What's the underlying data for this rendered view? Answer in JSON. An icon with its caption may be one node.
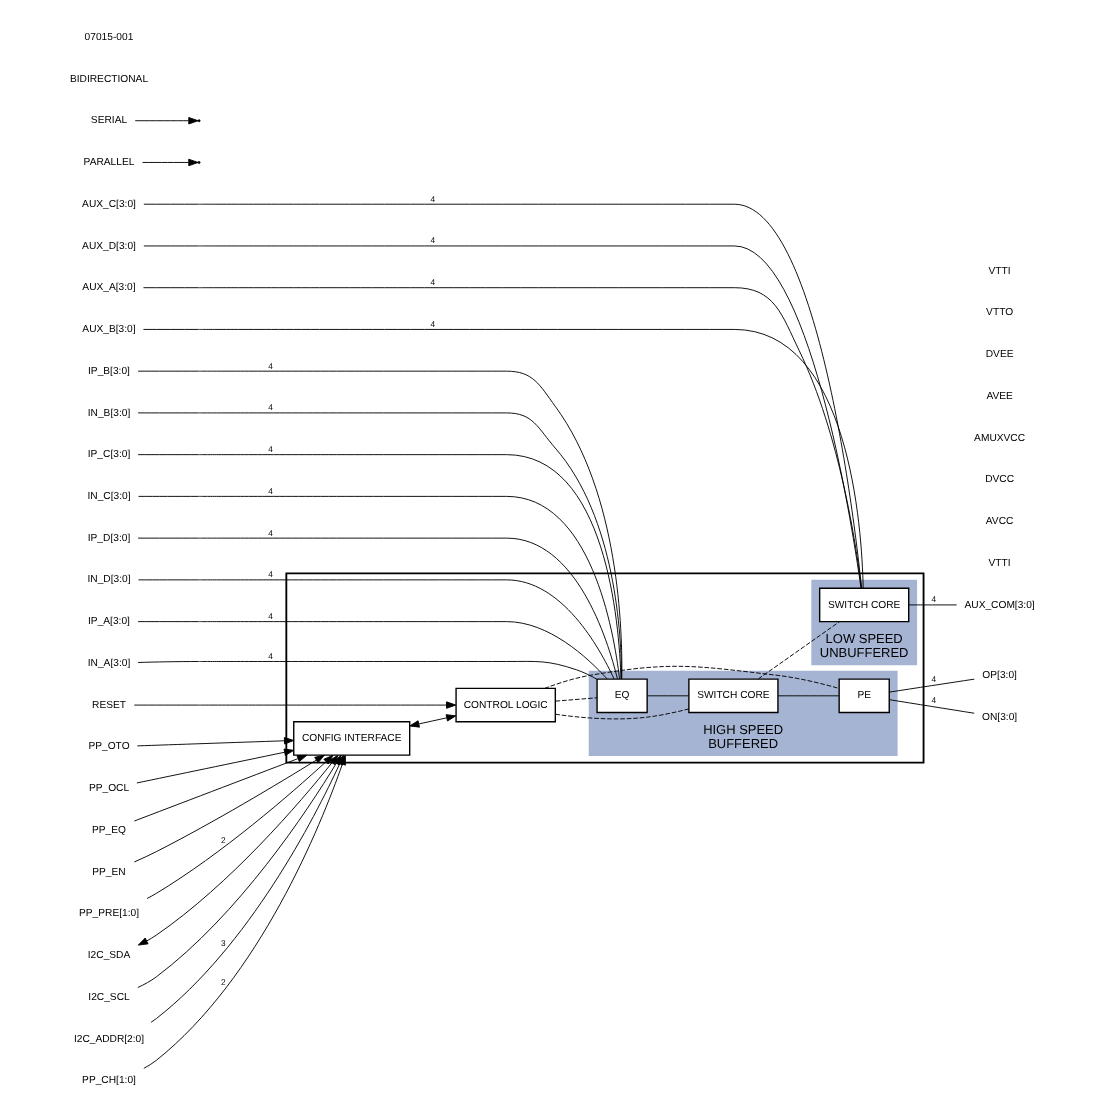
{
  "diagram": {
    "nodes": [
      {
        "text": [],
        "shape": "box"
      },
      {
        "text": [
          "PP_CH[1:0]"
        ]
      },
      {
        "text": [
          "PP_OTO"
        ]
      },
      {
        "text": [
          "PP_OCL"
        ]
      },
      {
        "text": [
          "PP_EQ"
        ]
      },
      {
        "text": [
          "PP_EN"
        ]
      },
      {
        "text": [
          "PP_PRE[1:0]"
        ]
      },
      {
        "text": [
          "RESET"
        ]
      },
      {
        "text": [
          "PARALLEL"
        ]
      },
      {
        "text": [
          "SERIAL"
        ]
      },
      {
        "text": [
          "I2C_SDA"
        ]
      },
      {
        "text": [
          "I2C_SCL"
        ]
      },
      {
        "text": [
          "I2C_ADDR[2:0]"
        ]
      },
      {
        "text": [
          "VTTI"
        ]
      },
      {
        "text": [
          "AVCC"
        ]
      },
      {
        "text": [
          "DVCC"
        ]
      },
      {
        "text": [
          "AMUXVCC"
        ]
      },
      {
        "text": [
          "AVEE"
        ]
      },
      {
        "text": [
          "DVEE"
        ]
      },
      {
        "text": [
          "CONFIG INTERFACE"
        ],
        "in": 0
      },
      {
        "text": [
          "CONTROL LOGIC"
        ],
        "in": 0
      },
      {
        "text": [
          "VTTO"
        ]
      },
      {
        "text": [
          "IP_A[3:0]"
        ]
      },
      {
        "text": [
          "IN_A[3:0]"
        ]
      },
      {
        "text": [
          "IP_B[3:0]"
        ]
      },
      {
        "text": [
          "IN_B[3:0]"
        ]
      },
      {
        "text": [
          "IP_C[3:0]"
        ]
      },
      {
        "text": [
          "IN_C[3:0]"
        ]
      },
      {
        "text": [
          "IP_D[3:0]"
        ]
      },
      {
        "text": [
          "IN_D[3:0]"
        ]
      },
      {
        "text": [
          "HIGH SPEED",
          "BUFFERED"
        ],
        "in": 0
      },
      {
        "text": [
          "EQ"
        ],
        "in": 30
      },
      {
        "text": [
          "SWITCH CORE"
        ],
        "in": 30
      },
      {
        "text": [
          "PE"
        ],
        "in": 30
      },
      {
        "text": [
          "OP[3:0]"
        ]
      },
      {
        "text": [
          "ON[3:0]"
        ]
      },
      {
        "text": [
          "VTTI"
        ]
      },
      {
        "text": [
          "AUX_A[3:0]"
        ]
      },
      {
        "text": [
          "AUX_B[3:0]"
        ]
      },
      {
        "text": [
          "AUX_C[3:0]"
        ]
      },
      {
        "text": [
          "AUX_D[3:0]"
        ]
      },
      {
        "text": [
          "LOW SPEED",
          "UNBUFFERED"
        ],
        "in": 0
      },
      {
        "text": [
          "SWITCH CORE"
        ],
        "in": 41
      },
      {
        "text": [
          "AUX_COM[3:0]"
        ]
      }
    ],
    "edges": [
      {
        "from": 1,
        "to": 19,
        "arrow": "to",
        "label": "2"
      },
      {
        "from": 2,
        "to": 19,
        "arrow": "to"
      },
      {
        "from": 3,
        "to": 19,
        "arrow": "to"
      },
      {
        "from": 4,
        "to": 19,
        "arrow": "to"
      },
      {
        "from": 5,
        "to": 19,
        "arrow": "to"
      },
      {
        "from": 6,
        "to": 19,
        "arrow": "to",
        "label": "2"
      },
      {
        "from": 7,
        "to": 20,
        "arrow": "to"
      },
      {
        "from": 8,
        "to": null,
        "arrow": "to"
      },
      {
        "from": 9,
        "to": null,
        "arrow": "to"
      },
      {
        "from": 10,
        "to": 19,
        "arrow": "both"
      },
      {
        "from": 11,
        "to": 19,
        "arrow": "to"
      },
      {
        "from": 12,
        "to": 19,
        "arrow": "to",
        "label": "3"
      },
      {
        "from": 19,
        "to": 20,
        "arrow": "both"
      },
      {
        "from": 20,
        "to": 31,
        "arrow": "none",
        "style": "dashed"
      },
      {
        "from": 20,
        "to": 32,
        "arrow": "none",
        "style": "dashed"
      },
      {
        "from": 20,
        "to": 33,
        "arrow": "none",
        "style": "dashed"
      },
      {
        "from": 22,
        "to": 31,
        "arrow": "none",
        "label": "4"
      },
      {
        "from": 23,
        "to": 31,
        "arrow": "none",
        "label": "4"
      },
      {
        "from": 24,
        "to": 31,
        "arrow": "none",
        "label": "4"
      },
      {
        "from": 25,
        "to": 31,
        "arrow": "none",
        "label": "4"
      },
      {
        "from": 26,
        "to": 31,
        "arrow": "none",
        "label": "4"
      },
      {
        "from": 27,
        "to": 31,
        "arrow": "none",
        "label": "4"
      },
      {
        "from": 28,
        "to": 31,
        "arrow": "none",
        "label": "4"
      },
      {
        "from": 29,
        "to": 31,
        "arrow": "none",
        "label": "4"
      },
      {
        "from": 31,
        "to": 32,
        "arrow": "none"
      },
      {
        "from": 32,
        "to": 33,
        "arrow": "none"
      },
      {
        "from": 33,
        "to": 34,
        "arrow": "none",
        "label": "4"
      },
      {
        "from": 33,
        "to": 35,
        "arrow": "none",
        "label": "4"
      },
      {
        "from": 32,
        "to": 42,
        "arrow": "none",
        "style": "dashed"
      },
      {
        "from": 37,
        "to": 42,
        "arrow": "none",
        "label": "4"
      },
      {
        "from": 38,
        "to": 42,
        "arrow": "none",
        "label": "4"
      },
      {
        "from": 39,
        "to": 42,
        "arrow": "none",
        "label": "4"
      },
      {
        "from": 40,
        "to": 42,
        "arrow": "none",
        "label": "4"
      },
      {
        "from": 42,
        "to": 43,
        "arrow": "none",
        "label": "4"
      }
    ],
    "labels": [
      "BIDIRECTIONAL",
      "07015-001"
    ]
  }
}
